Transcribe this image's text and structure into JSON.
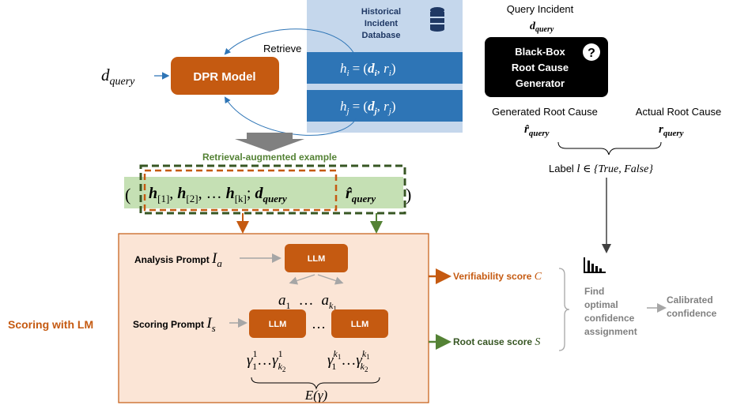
{
  "inputs": {
    "d_query_label": "d",
    "d_query_sub": "query"
  },
  "dpr": {
    "label": "DPR Model",
    "retrieve_label": "Retrieve"
  },
  "database": {
    "title": [
      "Historical",
      "Incident",
      "Database"
    ],
    "hi_text": "h",
    "hi_sub": "i",
    "hi_rhs": "= (d",
    "hi_rhs_sub": "i",
    "hi_rhs_end": ", r",
    "hi_rhs_end_sub": "i",
    "hj_text": "h",
    "hj_sub": "j",
    "hj_rhs": "= (d",
    "hj_rhs_sub": "j",
    "hj_rhs_end": ", r",
    "hj_rhs_end_sub": "j"
  },
  "retrieval": {
    "title": "Retrieval-augmented example",
    "open_paren": "(",
    "close_paren": ")",
    "h1": "h",
    "h1_sub": "[1]",
    "h2": "h",
    "h2_sub": "[2]",
    "ellipsis": ", …",
    "hk": "h",
    "hk_sub": "[k]",
    "semicolon": ";",
    "dq": "d",
    "dq_sub": "query",
    "rq": "r̂",
    "rq_sub": "query"
  },
  "blackbox": {
    "query_label": "Query Incident",
    "query_var": "d",
    "query_var_sub": "query",
    "title_lines": [
      "Black-Box",
      "Root Cause",
      "Generator"
    ],
    "question_mark": "?",
    "generated_label": "Generated Root Cause",
    "actual_label": "Actual Root Cause",
    "generated_var": "r̂",
    "generated_var_sub": "query",
    "actual_var": "r",
    "actual_var_sub": "query",
    "label_text": "Label ",
    "label_l": "l",
    "label_set": " ∈ {True, False}"
  },
  "scoring": {
    "section_label": "Scoring with LM",
    "analysis_prompt": "Analysis Prompt ",
    "analysis_var": "I",
    "analysis_var_sub": "a",
    "scoring_prompt": "Scoring Prompt ",
    "scoring_var": "I",
    "scoring_var_sub": "s",
    "llm_label": "LLM",
    "a1": "a",
    "a1_sub": "1",
    "a_dots": "…",
    "ak": "a",
    "ak_sub": "k",
    "ak_subsub": "1",
    "llm_dots": "…",
    "gamma_left": "γ",
    "gamma_left_sup": "1",
    "gamma_left_sub": "1",
    "gamma_dots": "…",
    "gamma_left2_sup": "1",
    "gamma_left2_sub": "k",
    "gamma_left2_subsub": "2",
    "gamma_right_sup": "k",
    "gamma_right_supsub": "1",
    "gamma_right_sub": "1",
    "gamma_right2_sup": "k",
    "gamma_right2_supsub": "1",
    "gamma_right2_sub": "k",
    "gamma_right2_subsub": "2",
    "expectation": "E(γ)"
  },
  "outputs": {
    "verifiability": "Verifiability score ",
    "verifiability_var": "C",
    "root_cause": "Root cause score ",
    "root_cause_var": "S",
    "find_lines": [
      "Find",
      "optimal",
      "confidence",
      "assignment"
    ],
    "calibrated_lines": [
      "Calibrated",
      "confidence"
    ]
  },
  "colors": {
    "orange": "#C55A11",
    "green": "#548235",
    "dark_green": "#375623",
    "light_blue": "#C5D7EC",
    "mid_blue": "#2E75B6",
    "light_green": "#C5E0B4",
    "peach": "#FBE5D6",
    "gray": "#A6A6A6"
  }
}
